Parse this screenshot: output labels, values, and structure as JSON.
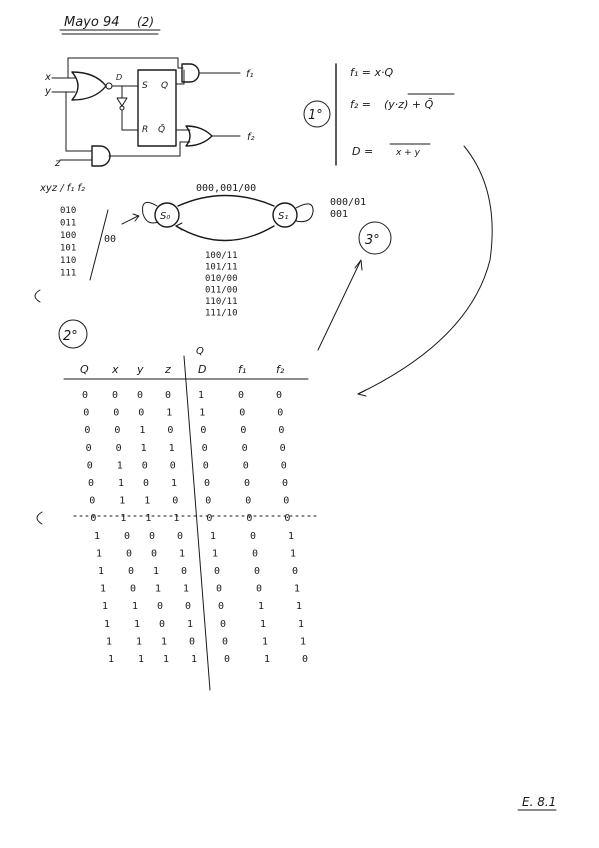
{
  "header": {
    "title": "Mayo 94",
    "part": "(2)"
  },
  "circuit": {
    "inputs": [
      "x",
      "y",
      "z"
    ],
    "flipflop": {
      "d_label": "D",
      "s_label": "S",
      "q_label": "Q",
      "r_label": "R",
      "qbar_label": "Q̄"
    },
    "outputs": [
      "f₁",
      "f₂"
    ]
  },
  "equations": {
    "step": "1°",
    "f1": "f₁ = x·Q",
    "f2_lhs": "f₂ =",
    "f2_rhs": "(y·z) + Q̄",
    "d_lhs": "D =",
    "d_rhs": "x + y"
  },
  "state_diagram": {
    "io_header": "xyz / f₁ f₂",
    "self_loop_s0_inputs": [
      "010",
      "011",
      "100",
      "101",
      "110",
      "111"
    ],
    "self_loop_s0_output": "00",
    "transition_s0_s1": "000,001/00",
    "states": [
      "S₀",
      "S₁"
    ],
    "self_loop_s1": [
      "000/01",
      "001"
    ],
    "transition_s1_s0": [
      "100/11",
      "101/11",
      "010/00",
      "011/00",
      "110/11",
      "111/10"
    ],
    "step_label": "3°"
  },
  "truth_table": {
    "step": "2°",
    "headers": [
      "Q",
      "x",
      "y",
      "z",
      "D",
      "f₁",
      "f₂"
    ],
    "d_header_top": "Q",
    "rows": [
      [
        "0",
        "0",
        "0",
        "0",
        "1",
        "0",
        "0"
      ],
      [
        "0",
        "0",
        "0",
        "1",
        "1",
        "0",
        "0"
      ],
      [
        "0",
        "0",
        "1",
        "0",
        "0",
        "0",
        "0"
      ],
      [
        "0",
        "0",
        "1",
        "1",
        "0",
        "0",
        "0"
      ],
      [
        "0",
        "1",
        "0",
        "0",
        "0",
        "0",
        "0"
      ],
      [
        "0",
        "1",
        "0",
        "1",
        "0",
        "0",
        "0"
      ],
      [
        "0",
        "1",
        "1",
        "0",
        "0",
        "0",
        "0"
      ],
      [
        "0",
        "1",
        "1",
        "1",
        "0",
        "0",
        "0"
      ],
      [
        "1",
        "0",
        "0",
        "0",
        "1",
        "0",
        "1"
      ],
      [
        "1",
        "0",
        "0",
        "1",
        "1",
        "0",
        "1"
      ],
      [
        "1",
        "0",
        "1",
        "0",
        "0",
        "0",
        "0"
      ],
      [
        "1",
        "0",
        "1",
        "1",
        "0",
        "0",
        "1"
      ],
      [
        "1",
        "1",
        "0",
        "0",
        "0",
        "1",
        "1"
      ],
      [
        "1",
        "1",
        "0",
        "1",
        "0",
        "1",
        "1"
      ],
      [
        "1",
        "1",
        "1",
        "0",
        "0",
        "1",
        "1"
      ],
      [
        "1",
        "1",
        "1",
        "1",
        "0",
        "1",
        "0"
      ]
    ]
  },
  "footer": {
    "code": "E. 8.1"
  }
}
